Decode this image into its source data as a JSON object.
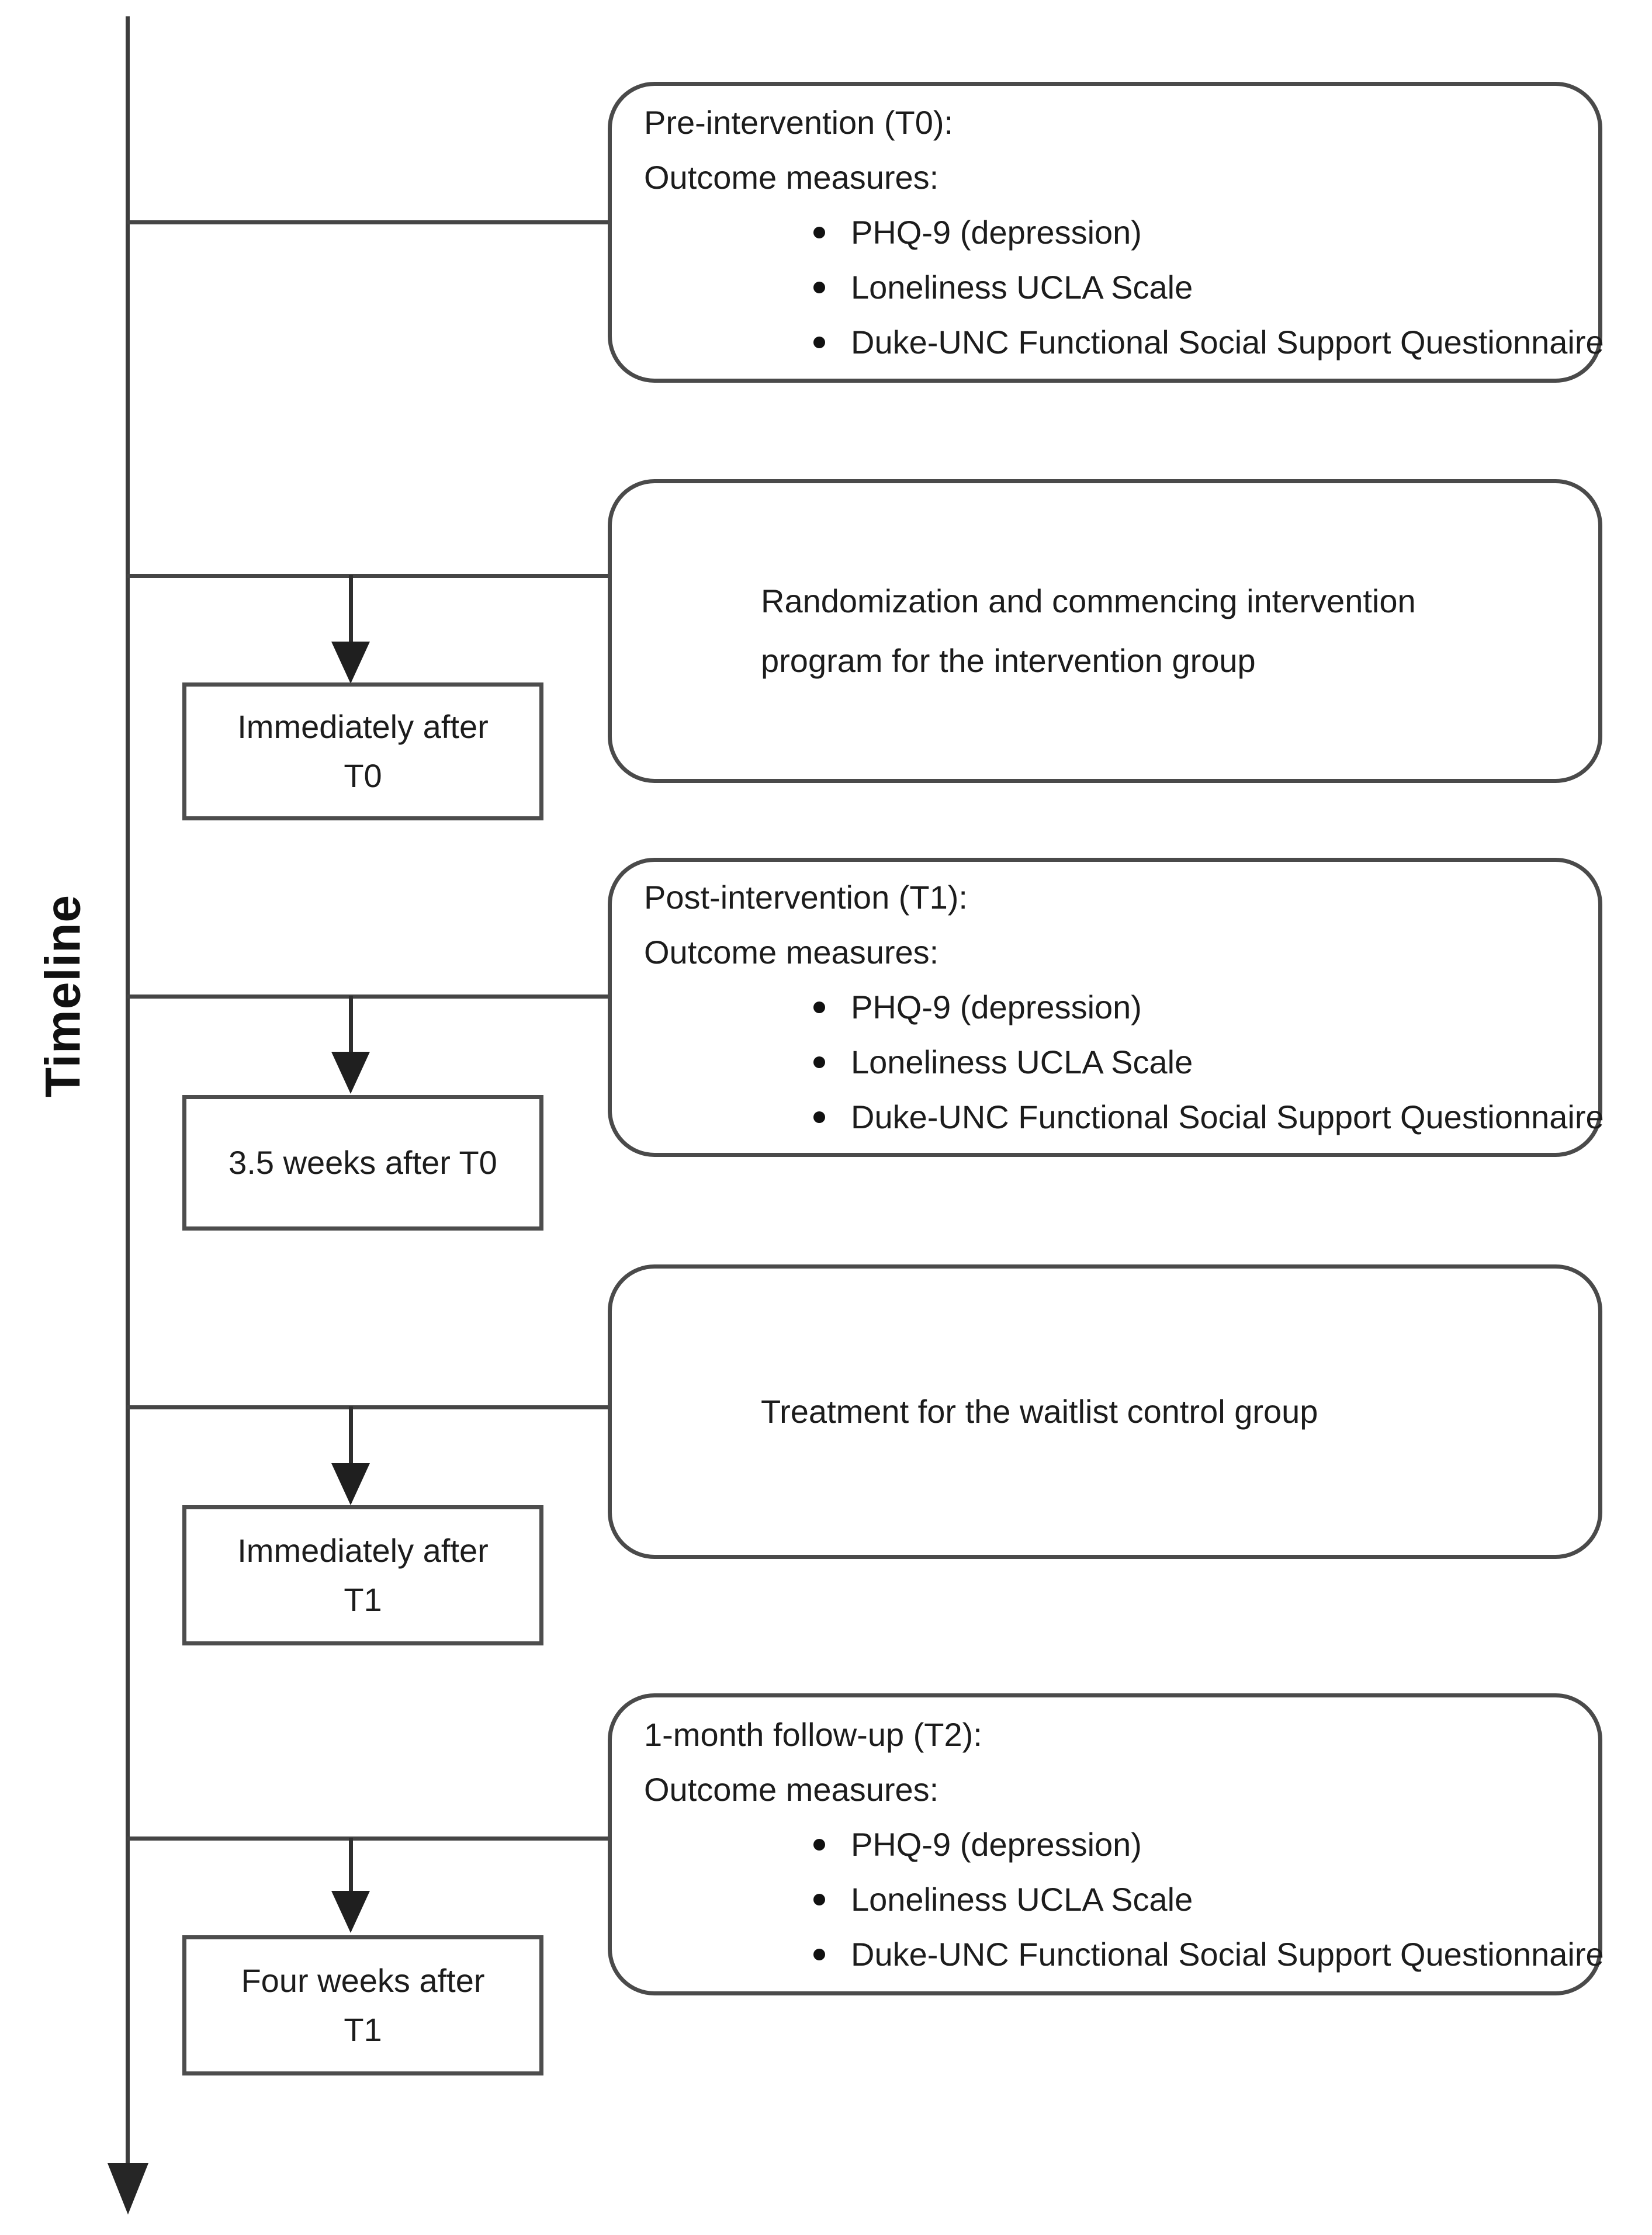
{
  "diagram": {
    "axis_label": "Timeline",
    "colors": {
      "ink": "#1f1f1f",
      "line": "#3f3f3f",
      "box_border": "#4a4a4a",
      "background": "#ffffff"
    },
    "stage_boxes": [
      {
        "heading": "Pre-intervention (T0):",
        "subheading": "Outcome measures:",
        "bullets": [
          "PHQ-9 (depression)",
          "Loneliness UCLA Scale",
          "Duke-UNC Functional Social Support Questionnaire"
        ]
      },
      {
        "text": "Randomization and commencing intervention program for the intervention group"
      },
      {
        "heading": "Post-intervention (T1):",
        "subheading": "Outcome measures:",
        "bullets": [
          "PHQ-9 (depression)",
          "Loneliness UCLA Scale",
          "Duke-UNC Functional Social Support Questionnaire"
        ]
      },
      {
        "text": "Treatment for the waitlist control group"
      },
      {
        "heading": "1-month follow-up (T2):",
        "subheading": "Outcome measures:",
        "bullets": [
          "PHQ-9 (depression)",
          "Loneliness UCLA Scale",
          "Duke-UNC Functional Social Support Questionnaire"
        ]
      }
    ],
    "time_labels": [
      {
        "lines": [
          "Immediately after",
          "T0"
        ]
      },
      {
        "lines": [
          "3.5 weeks after T0"
        ]
      },
      {
        "lines": [
          "Immediately after",
          "T1"
        ]
      },
      {
        "lines": [
          "Four weeks after",
          "T1"
        ]
      }
    ]
  }
}
